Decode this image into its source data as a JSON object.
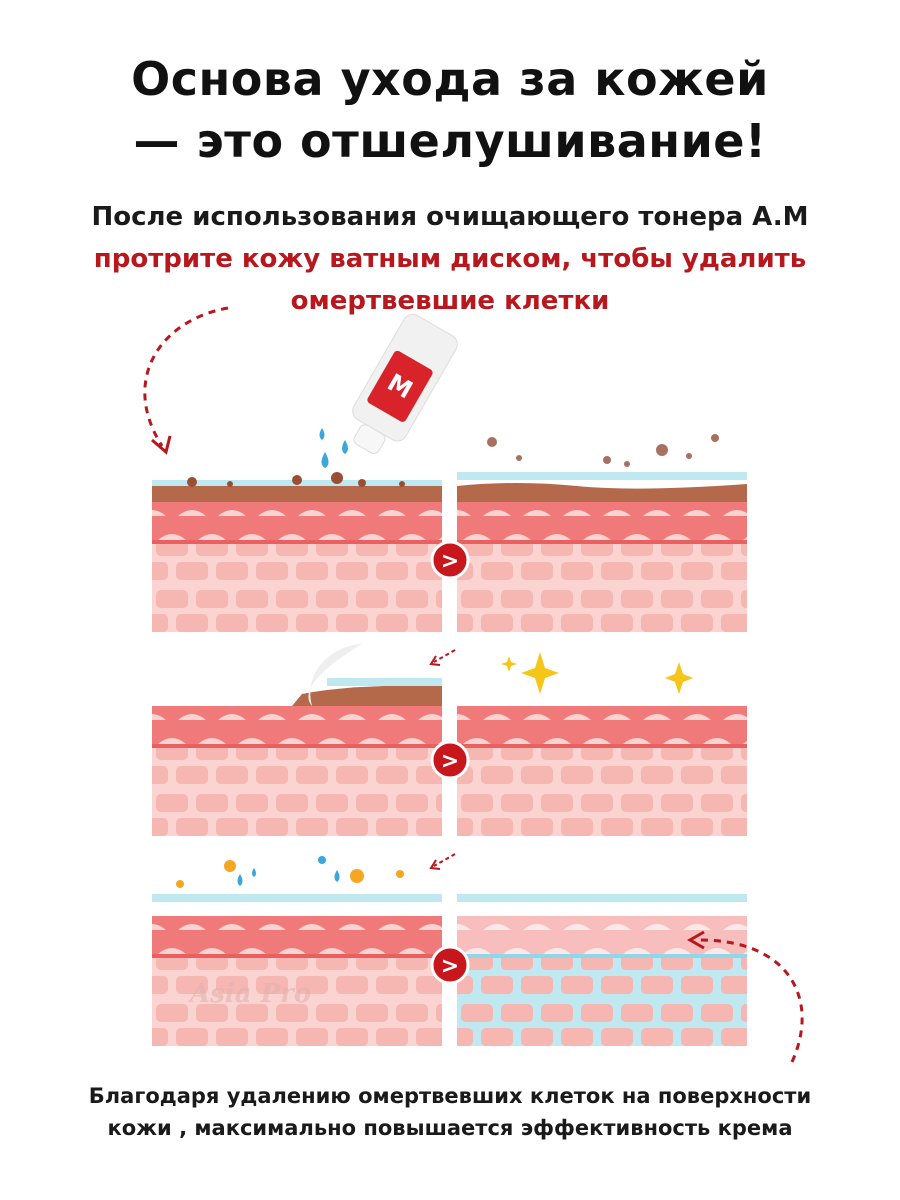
{
  "header": {
    "title_line1": "Основа ухода за кожей",
    "title_line2": "— это отшелушивание!"
  },
  "intro": {
    "line1": "После использования очищающего тонера A.M",
    "line2_red": "протрите кожу ватным диском, чтобы удалить",
    "line3_red": "омертвевшие клетки"
  },
  "panels": {
    "arrow_glyph": ">",
    "watermark": "Asia Pro"
  },
  "footer": {
    "line1": "Благодаря удалению омертвевших клеток на поверхности",
    "line2": "кожи , максимально повышается эффективность  крема"
  },
  "colors": {
    "accent_red": "#b8171d",
    "skin_top": "#f07a7a",
    "skin_cells": "#fbd3d0",
    "dead_layer": "#b46a4a",
    "moisture": "#bfe8f1"
  }
}
